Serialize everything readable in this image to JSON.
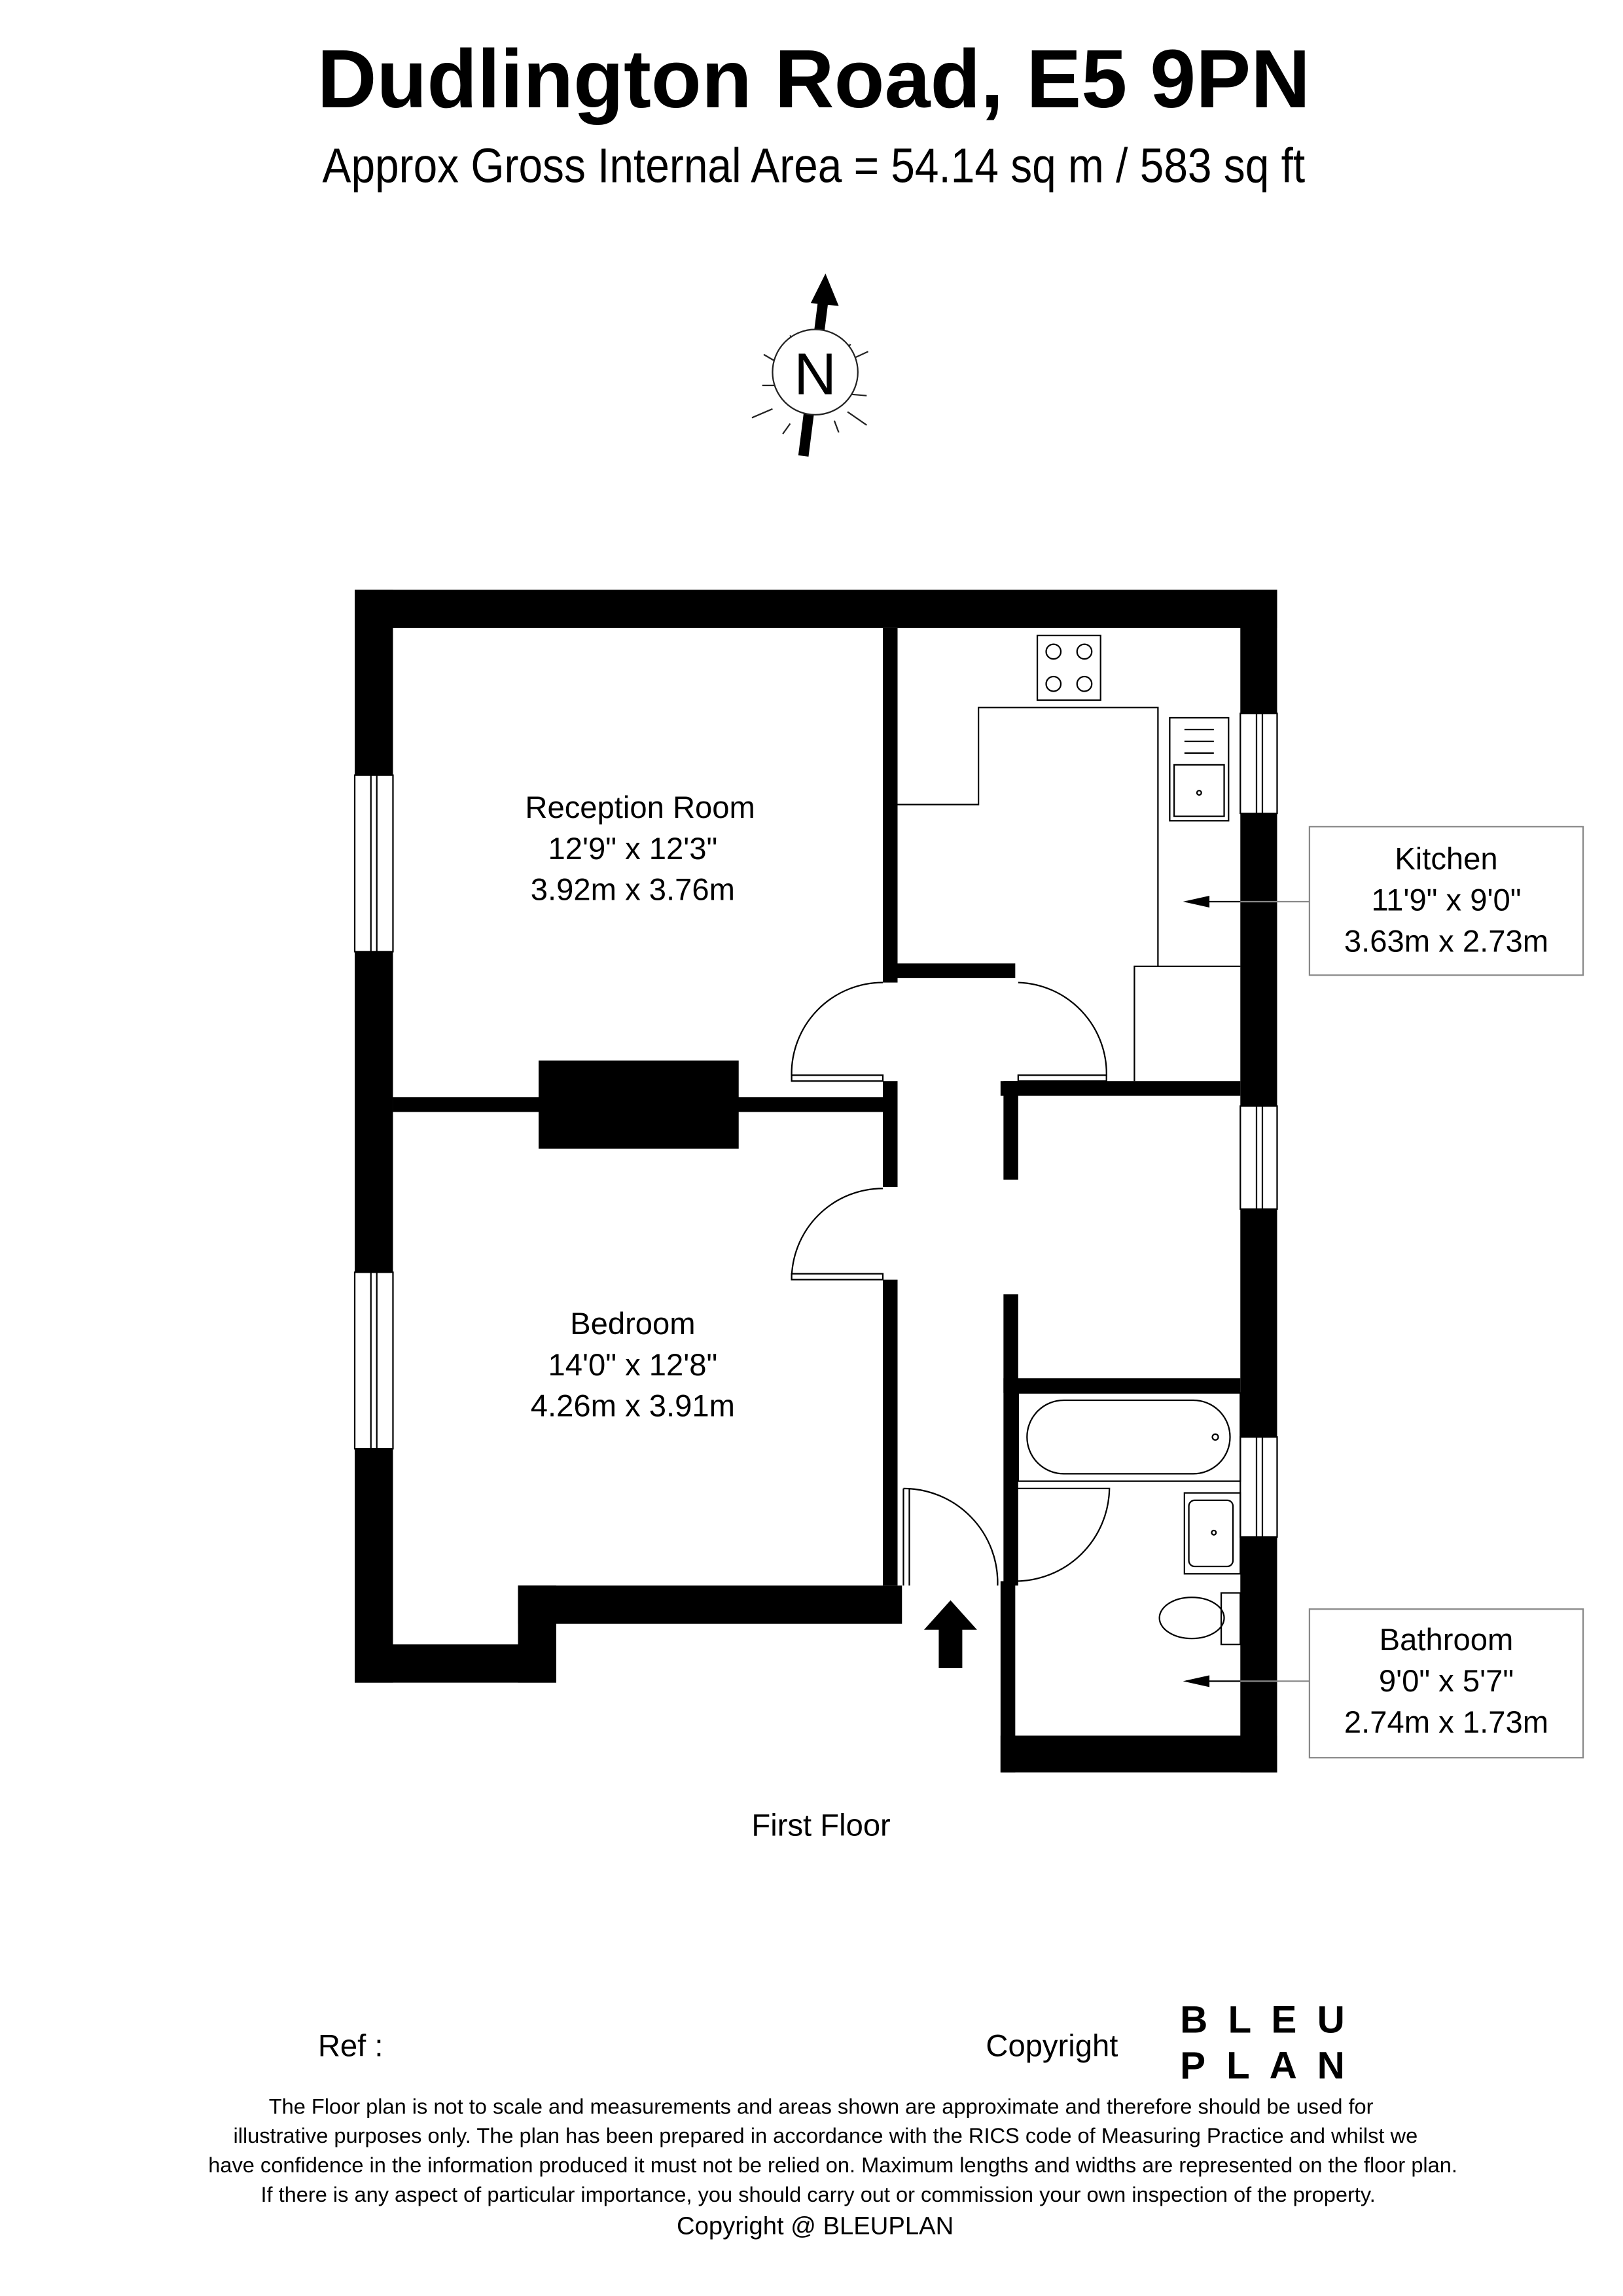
{
  "header": {
    "title": "Dudlington Road, E5 9PN",
    "subtitle": "Approx Gross Internal Area = 54.14 sq m / 583 sq ft"
  },
  "compass": {
    "label": "N",
    "icon": "north-arrow-icon"
  },
  "rooms": [
    {
      "name": "Reception Room",
      "imperial": "12'9\" x 12'3\"",
      "metric": "3.92m x 3.76m"
    },
    {
      "name": "Bedroom",
      "imperial": "14'0\" x 12'8\"",
      "metric": "4.26m x 3.91m"
    },
    {
      "name": "Kitchen",
      "imperial": "11'9\" x 9'0\"",
      "metric": "3.63m x 2.73m"
    },
    {
      "name": "Bathroom",
      "imperial": "9'0\" x 5'7\"",
      "metric": "2.74m x 1.73m"
    }
  ],
  "floor_label": "First Floor",
  "footer": {
    "ref_label": "Ref  :",
    "copyright_label": "Copyright",
    "logo_line1": "B L E U",
    "logo_line2": "P L A N",
    "logo_color": "#231570",
    "disclaimer": [
      "The Floor plan is not to scale and measurements and areas shown are approximate and therefore should be used for",
      "illustrative purposes only. The plan has been prepared in accordance with the RICS code of Measuring Practice and whilst we",
      "have confidence in the information produced it must not be relied on. Maximum lengths and widths are represented on the floor plan.",
      "If there is any aspect of particular importance, you should carry out or commission your own inspection of the property."
    ],
    "copyright_line": "Copyright @ BLEUPLAN"
  }
}
